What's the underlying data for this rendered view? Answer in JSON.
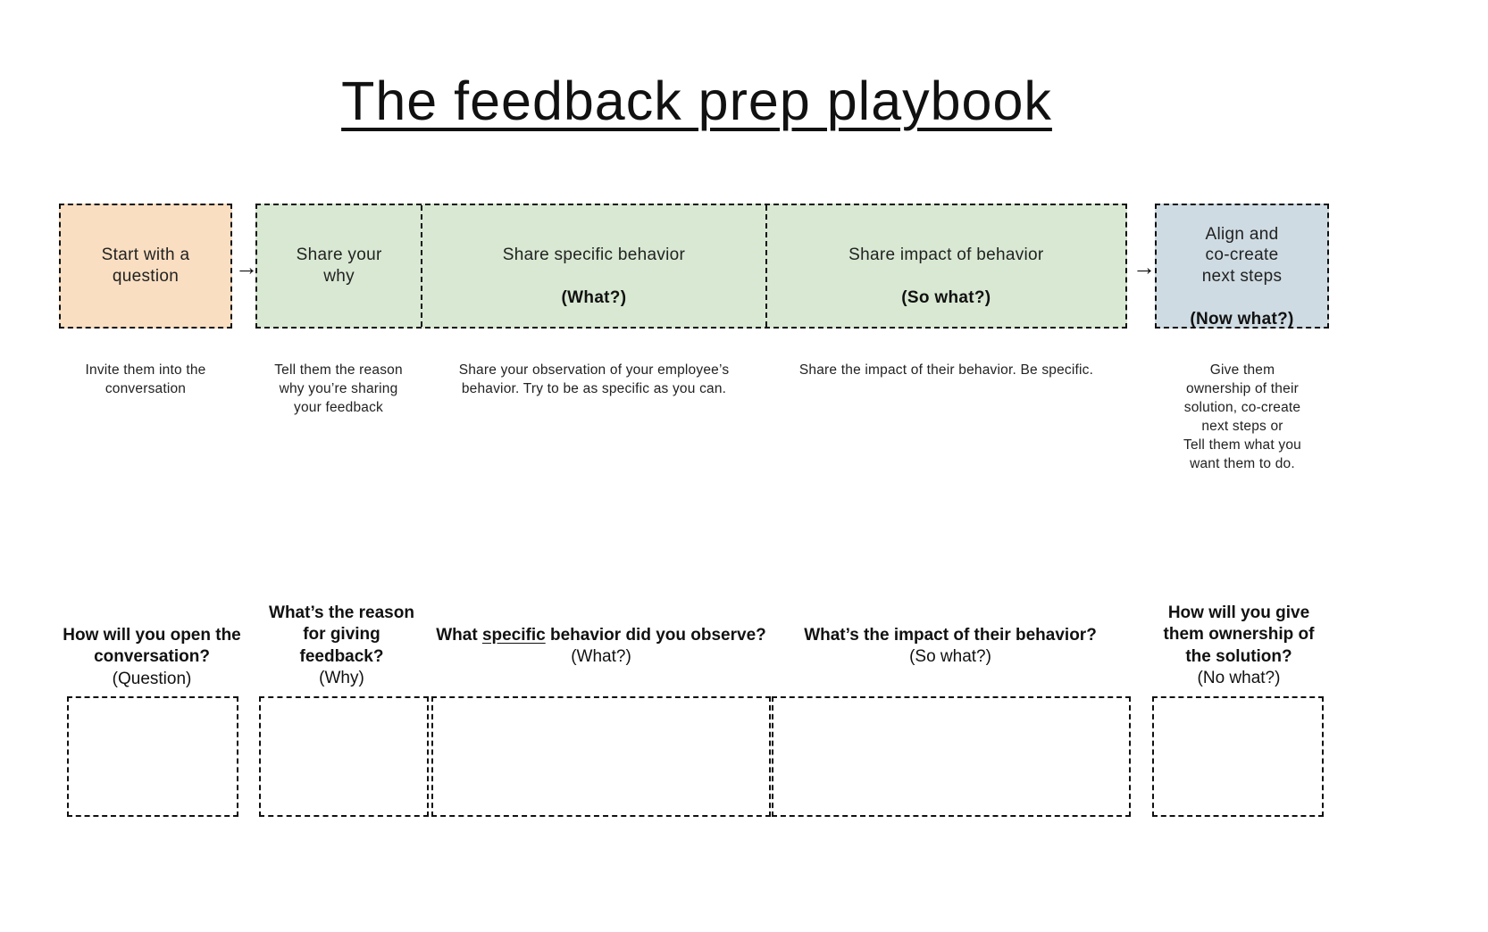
{
  "title": "The feedback prep playbook",
  "arrow_glyph": "→",
  "colors": {
    "step1_bg": "#F9DEC1",
    "green_bg": "#D8E8D2",
    "step5_bg": "#CEDBE2",
    "border": "#111111"
  },
  "steps": [
    {
      "box_label": "Start with a\nquestion",
      "box_tag": "",
      "description": "Invite them into the conversation",
      "prompt": {
        "pre": "How will you open the conversation?",
        "underline": "",
        "post": "",
        "sub": "(Question)"
      }
    },
    {
      "box_label": "Share your\nwhy",
      "box_tag": "",
      "description": "Tell them the reason why you’re sharing your feedback",
      "prompt": {
        "pre": "What’s the reason for giving feedback?",
        "underline": "",
        "post": "",
        "sub": "(Why)"
      }
    },
    {
      "box_label": "Share specific behavior",
      "box_tag": "(What?)",
      "description": "Share your observation of your employee’s behavior.  Try to be as specific as you can.",
      "prompt": {
        "pre": "What ",
        "underline": "specific",
        "post": " behavior did you observe?",
        "sub": "(What?)"
      }
    },
    {
      "box_label": "Share impact of behavior",
      "box_tag": "(So what?)",
      "description": "Share the impact of their behavior. Be specific.",
      "prompt": {
        "pre": "What’s the impact of their behavior?",
        "underline": "",
        "post": "",
        "sub": "(So what?)"
      }
    },
    {
      "box_label": "Align and\nco-create\nnext steps",
      "box_tag": "(Now what?)",
      "description": "Give them\nownership of their\nsolution, co-create\nnext steps or\nTell them what you\nwant them to do.",
      "prompt": {
        "pre": "How will you give them ownership of the solution?",
        "underline": "",
        "post": "",
        "sub": "(No what?)"
      }
    }
  ]
}
